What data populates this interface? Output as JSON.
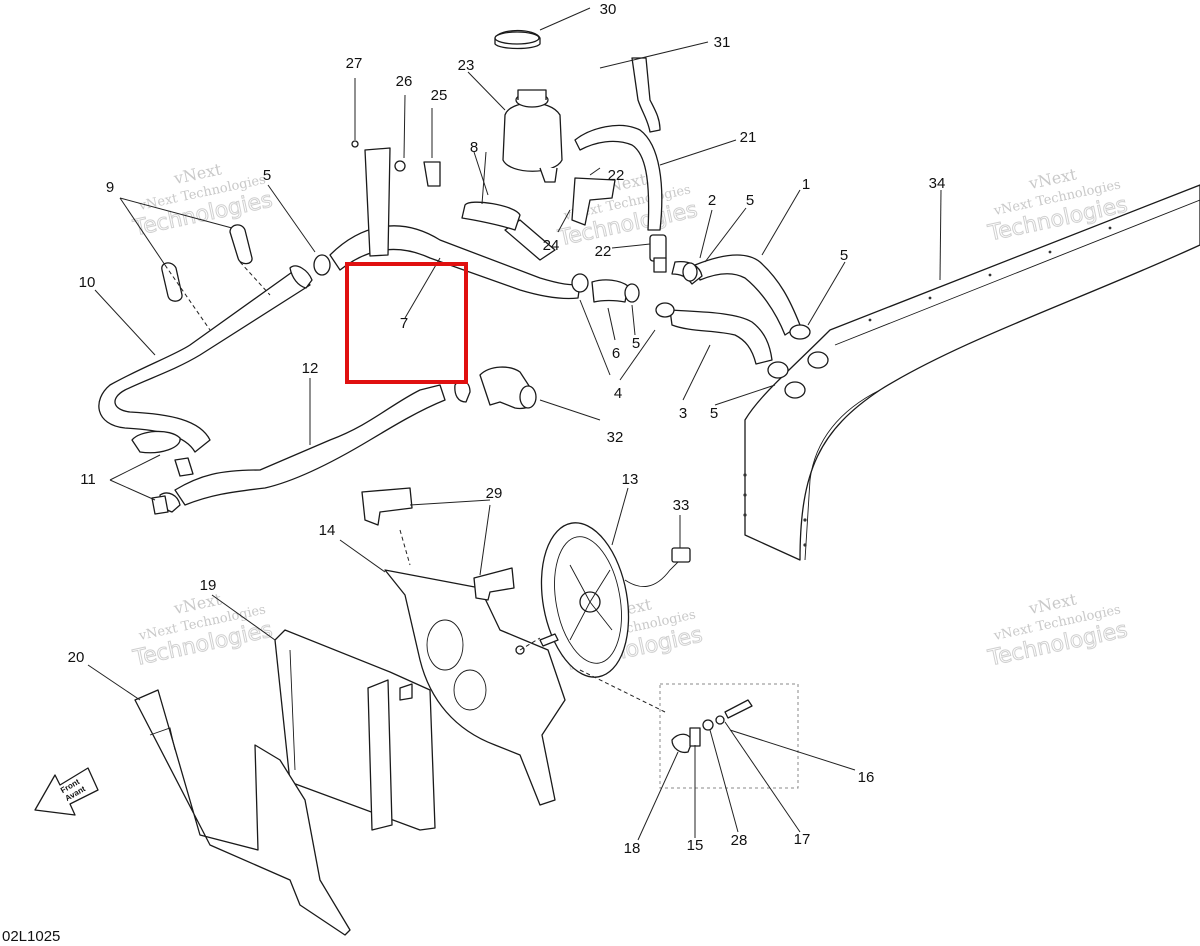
{
  "diagram": {
    "drawing_code": "02L1025",
    "direction_label": {
      "line1": "Front",
      "line2": "Avant"
    },
    "watermark": {
      "line1": "vNext",
      "line2": "vNext Technologies",
      "line3": "Technologies"
    },
    "highlighted_callout": "7",
    "callouts": [
      "1",
      "2",
      "3",
      "4",
      "5",
      "6",
      "7",
      "8",
      "9",
      "10",
      "11",
      "12",
      "13",
      "14",
      "15",
      "16",
      "17",
      "18",
      "19",
      "20",
      "21",
      "22",
      "23",
      "24",
      "25",
      "26",
      "27",
      "28",
      "29",
      "30",
      "31",
      "32",
      "33",
      "34"
    ]
  }
}
